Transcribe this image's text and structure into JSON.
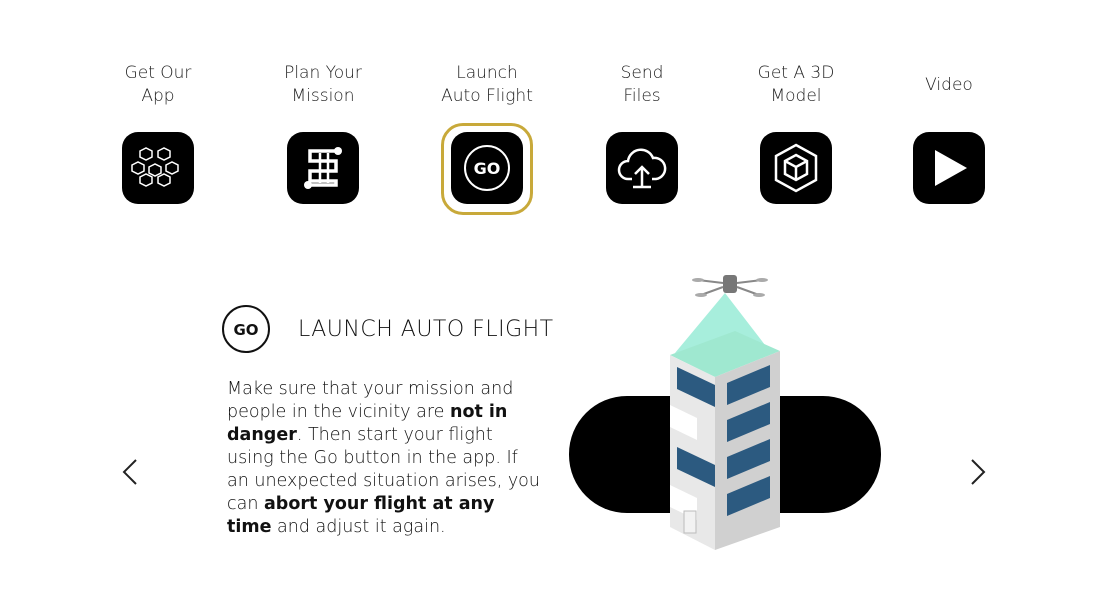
{
  "steps": [
    {
      "label": "Get Our\nApp",
      "icon": "hexagon-network-icon"
    },
    {
      "label": "Plan Your\nMission",
      "icon": "flight-path-icon"
    },
    {
      "label": "Launch\nAuto Flight",
      "icon": "go-icon",
      "active": true
    },
    {
      "label": "Send\nFiles",
      "icon": "cloud-upload-icon"
    },
    {
      "label": "Get A 3D\nModel",
      "icon": "cube-icon"
    },
    {
      "label": "Video",
      "icon": "play-icon"
    }
  ],
  "go_text": "GO",
  "content": {
    "title": "LAUNCH AUTO FLIGHT",
    "desc_1": "Make sure that your mission and people in the vicinity are ",
    "desc_bold_1": "not in danger",
    "desc_2": ". Then start your flight using the Go button in the app. If an unexpected situation arises, you can ",
    "desc_bold_2": "abort your flight at any time",
    "desc_3": " and adjust it again."
  },
  "nav": {
    "prev_icon": "chevron-left-icon",
    "next_icon": "chevron-right-icon"
  },
  "colors": {
    "active_ring": "#c8a93a",
    "icon_bg": "#000000",
    "window_blue": "#2c5a80",
    "scan_beam": "#5fe0c0"
  }
}
